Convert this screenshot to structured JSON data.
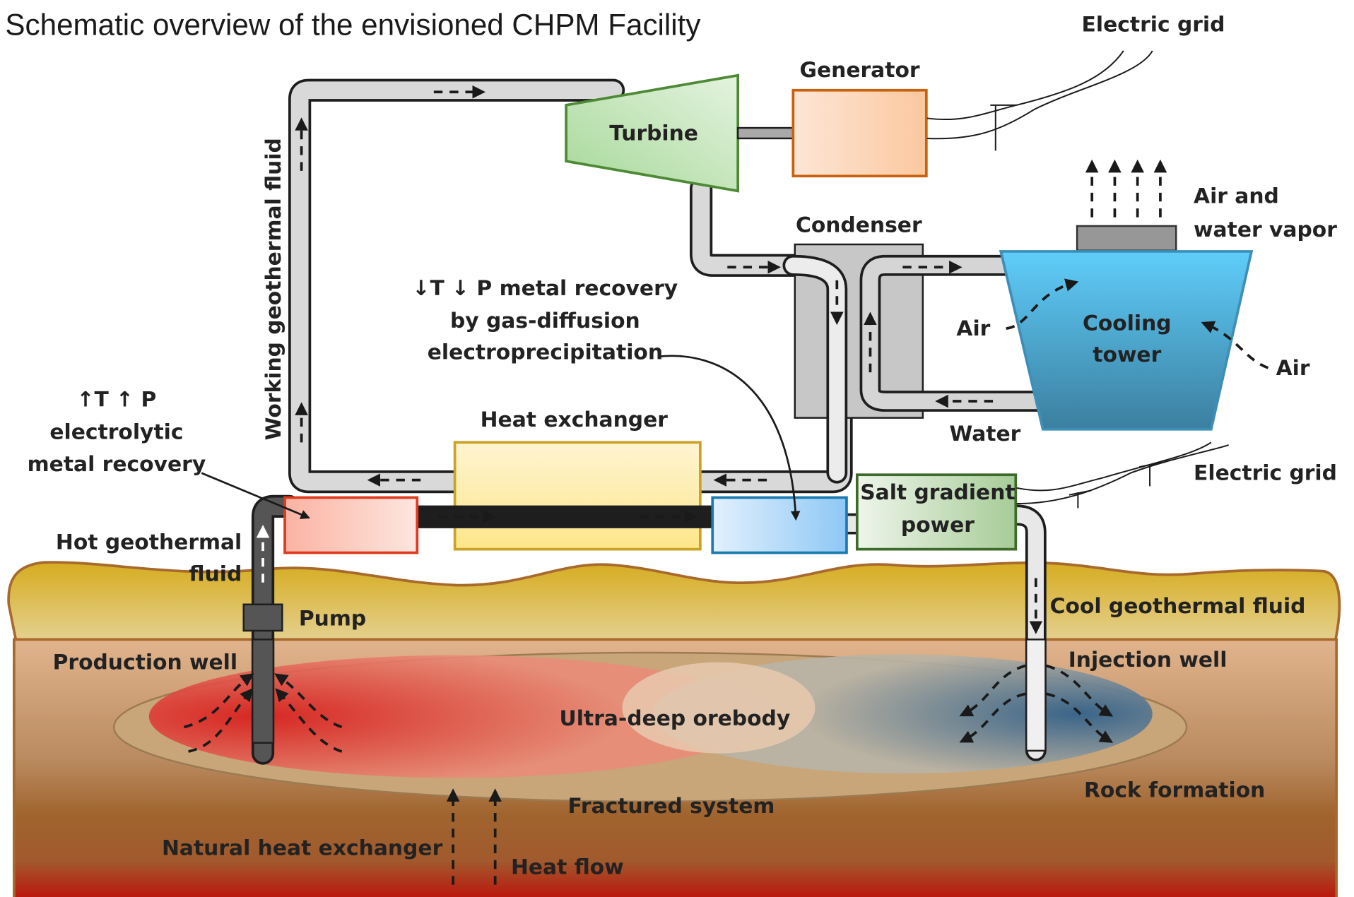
{
  "title": "Schematic overview of the envisioned CHPM Facility",
  "components": {
    "turbine": "Turbine",
    "generator": "Generator",
    "condenser": "Condenser",
    "cooling_tower": [
      "Cooling",
      "tower"
    ],
    "heat_exchanger": "Heat exchanger",
    "salt_gradient": [
      "Salt gradient",
      "power"
    ],
    "pump": "Pump"
  },
  "labels": {
    "electric_grid_top": "Electric grid",
    "electric_grid_bottom": "Electric grid",
    "air_and_vapor": [
      "Air and",
      "water vapor"
    ],
    "air_left": "Air",
    "air_right": "Air",
    "water": "Water",
    "working_fluid": "Working geothermal fluid",
    "low_tp": [
      "↓T ↓ P metal recovery",
      "by gas-diffusion",
      "electroprecipitation"
    ],
    "high_tp": [
      "↑T ↑ P",
      "electrolytic",
      "metal recovery"
    ],
    "hot_fluid": [
      "Hot geothermal",
      "fluid"
    ],
    "cool_fluid": "Cool geothermal fluid",
    "production_well": "Production well",
    "injection_well": "Injection well",
    "orebody": "Ultra-deep orebody",
    "rock_formation": "Rock formation",
    "fractured_system": "Fractured system",
    "natural_hx": "Natural heat exchanger",
    "heat_flow": "Heat flow"
  },
  "colors": {
    "turbine": "#a8d89a",
    "turbine_border": "#4e8a35",
    "generator_border": "#c8620f",
    "cooling_tower_top": "#5fcdfa",
    "cooling_tower_bottom": "#3e86a8",
    "heat_exchanger_fill": "#fdeeb0",
    "heat_exchanger_border": "#c9a227",
    "hot_recovery_border": "#e03a1e",
    "cold_recovery_border": "#1b7bb0",
    "salt_border": "#3d6b2a",
    "ground_top": "#d9b22a",
    "ground_border": "#a8692d",
    "deep_heat": "#c00000"
  }
}
